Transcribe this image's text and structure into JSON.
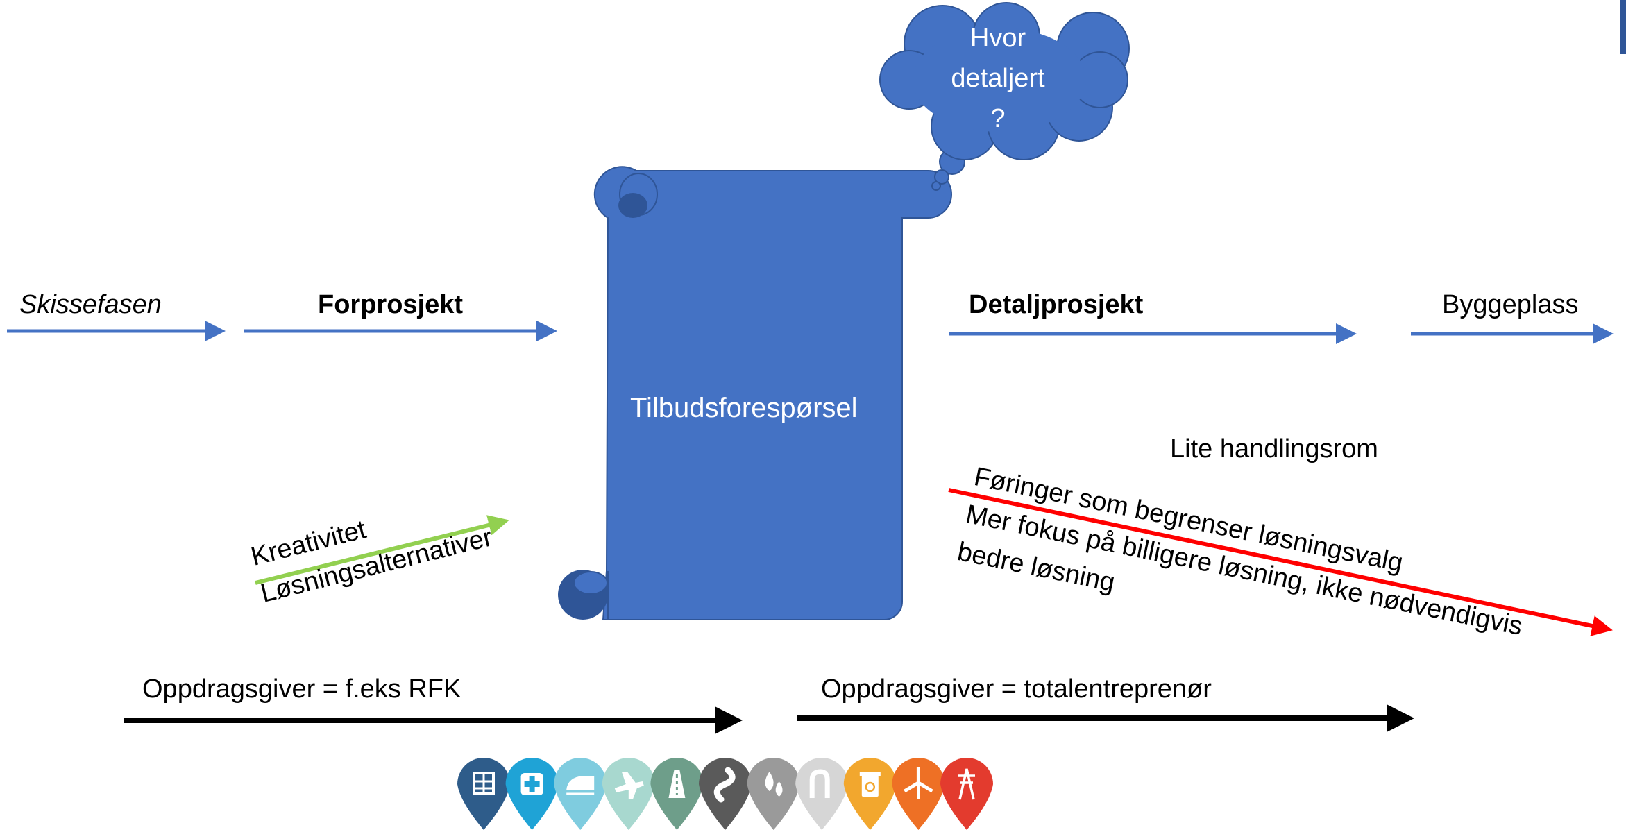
{
  "phases": {
    "skisse": "Skissefasen",
    "forprosjekt": "Forprosjekt",
    "detaljprosjekt": "Detaljprosjekt",
    "byggeplass": "Byggeplass"
  },
  "scroll_label": "Tilbudsforespørsel",
  "cloud": {
    "line1": "Hvor",
    "line2": "detaljert",
    "line3": "?"
  },
  "left_arrow": {
    "line1": "Kreativitet",
    "line2": "Løsningsalternativer"
  },
  "right_note": {
    "heading": "Lite handlingsrom",
    "line1": "Føringer som begrenser løsningsvalg",
    "line2": "Mer fokus på billigere løsning, ikke nødvendigvis",
    "line3": "bedre løsning"
  },
  "clients": {
    "left": "Oppdragsgiver = f.eks RFK",
    "right": "Oppdragsgiver = totalentreprenør"
  },
  "colors": {
    "blue": "#4472C4",
    "blue_dark": "#2F5597",
    "green": "#92D050",
    "red": "#FF0000",
    "black": "#000000"
  },
  "pins": [
    {
      "name": "building-icon",
      "color": "#2E5C8A"
    },
    {
      "name": "hospital-icon",
      "color": "#1FA3D6"
    },
    {
      "name": "train-icon",
      "color": "#7FCCDF"
    },
    {
      "name": "airplane-icon",
      "color": "#A8D8CF"
    },
    {
      "name": "road-icon",
      "color": "#6E9E8A"
    },
    {
      "name": "curved-road-icon",
      "color": "#5A5A5A"
    },
    {
      "name": "water-drops-icon",
      "color": "#9A9A9A"
    },
    {
      "name": "pipe-icon",
      "color": "#D6D6D6"
    },
    {
      "name": "recycle-bin-icon",
      "color": "#F2A72E"
    },
    {
      "name": "wind-turbine-icon",
      "color": "#EE7025"
    },
    {
      "name": "power-pylon-icon",
      "color": "#E33B2E"
    }
  ]
}
